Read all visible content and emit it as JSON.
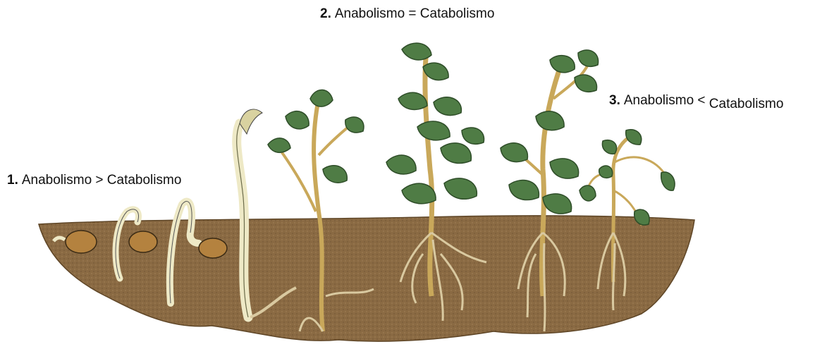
{
  "labels": {
    "stage1": {
      "num": "1.",
      "text": "Anabolismo > Catabolismo"
    },
    "stage2": {
      "num": "2.",
      "text": "Anabolismo = Catabolismo"
    },
    "stage3": {
      "num": "3.",
      "left": "Anabolismo <",
      "right": "Catabolismo"
    }
  },
  "colors": {
    "soil": "#8a6a43",
    "soil_dark": "#5e4526",
    "leaf": "#4f7c45",
    "leaf_dark": "#2e4d28",
    "stem": "#c9a85a",
    "sprout": "#eee9c6",
    "root": "#d9c9a0",
    "seed": "#b4823f"
  }
}
